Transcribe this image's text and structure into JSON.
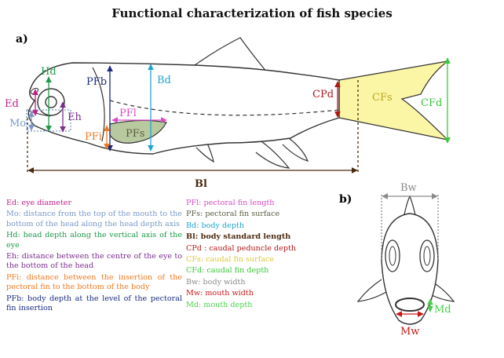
{
  "title": "Functional characterization of  fish species",
  "panels": {
    "a": "a)",
    "b": "b)"
  },
  "labels": {
    "Ed": "Ed",
    "Mo": "Mo",
    "Hd": "Hd",
    "Eh": "Eh",
    "PFb": "PFb",
    "Bd": "Bd",
    "PFl": "PFl",
    "PFs": "PFs",
    "PFi": "PFi",
    "CPd": "CPd",
    "CFs": "CFs",
    "CFd": "CFd",
    "Bl": "Bl",
    "Bw": "Bw",
    "Mw": "Mw",
    "Md": "Md"
  },
  "colors": {
    "Ed": "#c0208a",
    "Mo": "#7a98c8",
    "Hd": "#1e9a4a",
    "Eh": "#7a2e8e",
    "PFi": "#f07820",
    "PFb": "#1a2a80",
    "PFl": "#d84cc8",
    "PFs": "#5a5a40",
    "Bd": "#20a4d0",
    "Bl": "#4a2a10",
    "CPd": "#b01818",
    "CFs": "#d8c840",
    "CFd": "#38c838",
    "Bw": "#8a8a8a",
    "Mw": "#c81818",
    "Md": "#48d048",
    "caudal_fill": "#fbf5a6",
    "pectoral_fill": "#b9c99f"
  },
  "legend_left": [
    {
      "key": "Ed",
      "text": "Ed: eye diameter"
    },
    {
      "key": "Mo",
      "text": "Mo: distance from the top of the mouth to the bottom of the head along the head depth axis"
    },
    {
      "key": "Hd",
      "text": "Hd: head depth along the vertical axis of the eye"
    },
    {
      "key": "Eh",
      "text": "Eh: distance between the centre of the eye to the bottom of the head"
    },
    {
      "key": "PFi",
      "text": "PFi: distance between the insertion of the pectoral fin to the bottom of the body"
    },
    {
      "key": "PFb",
      "text": "PFb: body depth at the level of the pectoral fin insertion"
    }
  ],
  "legend_right": [
    {
      "key": "PFl",
      "text": "PFl: pectoral fin length"
    },
    {
      "key": "PFs",
      "text": "PFs: pectoral fin surface"
    },
    {
      "key": "Bd",
      "text": "Bd: body depth"
    },
    {
      "key": "Bl",
      "text": "Bl: body standard length",
      "bold": true
    },
    {
      "key": "CPd",
      "text": "CPd : caudal peduncle depth"
    },
    {
      "key": "CFs",
      "text": "CFs: caudal fin surface"
    },
    {
      "key": "CFd",
      "text": "CFd: caudal fin depth"
    },
    {
      "key": "Bw",
      "text": "Bw: body width"
    },
    {
      "key": "Mw",
      "text": "Mw: mouth width"
    },
    {
      "key": "Md",
      "text": "Md: mouth depth"
    }
  ]
}
